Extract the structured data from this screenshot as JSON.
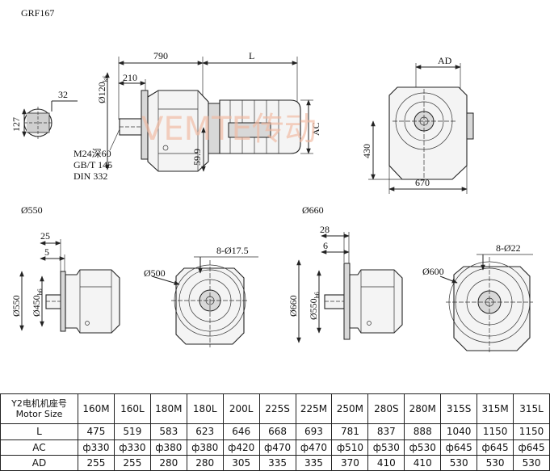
{
  "title": "GRF167",
  "watermark": "VEMTE传动",
  "top_view": {
    "dims": {
      "d790": "790",
      "dL": "L",
      "d210": "210",
      "d120": "Ø120",
      "d120_sub": "k6",
      "d32": "32",
      "d127": "127",
      "d59": "59.9",
      "dAC": "AC",
      "dAD": "AD",
      "d430": "430",
      "d670": "670"
    },
    "notes": [
      "M24深60",
      "GB/T 145",
      "DIN 332"
    ]
  },
  "flange_550": {
    "title": "Ø550",
    "dims": {
      "d25": "25",
      "d5": "5",
      "d550": "Ø550",
      "d450": "Ø450",
      "d450_sub": "h6",
      "d500": "Ø500",
      "holes": "8-Ø17.5"
    }
  },
  "flange_660": {
    "title": "Ø660",
    "dims": {
      "d28": "28",
      "d6": "6",
      "d660": "Ø660",
      "d550": "Ø550",
      "d550_sub": "h6",
      "d600": "Ø600",
      "holes": "8-Ø22"
    }
  },
  "table": {
    "header_label": "Y2电机机座号",
    "header_label2": "Motor Size",
    "sizes": [
      "160M",
      "160L",
      "180M",
      "180L",
      "200L",
      "225S",
      "225M",
      "250M",
      "280S",
      "280M",
      "315S",
      "315M",
      "315L"
    ],
    "rows": [
      {
        "label": "L",
        "values": [
          "475",
          "519",
          "583",
          "623",
          "646",
          "668",
          "693",
          "781",
          "837",
          "888",
          "1040",
          "1150",
          "1150"
        ]
      },
      {
        "label": "AC",
        "values": [
          "ф330",
          "ф330",
          "ф380",
          "ф380",
          "ф420",
          "ф470",
          "ф470",
          "ф510",
          "ф530",
          "ф530",
          "ф645",
          "ф645",
          "ф645"
        ]
      },
      {
        "label": "AD",
        "values": [
          "255",
          "255",
          "280",
          "280",
          "305",
          "335",
          "335",
          "370",
          "410",
          "410",
          "530",
          "530",
          "530"
        ]
      }
    ]
  }
}
